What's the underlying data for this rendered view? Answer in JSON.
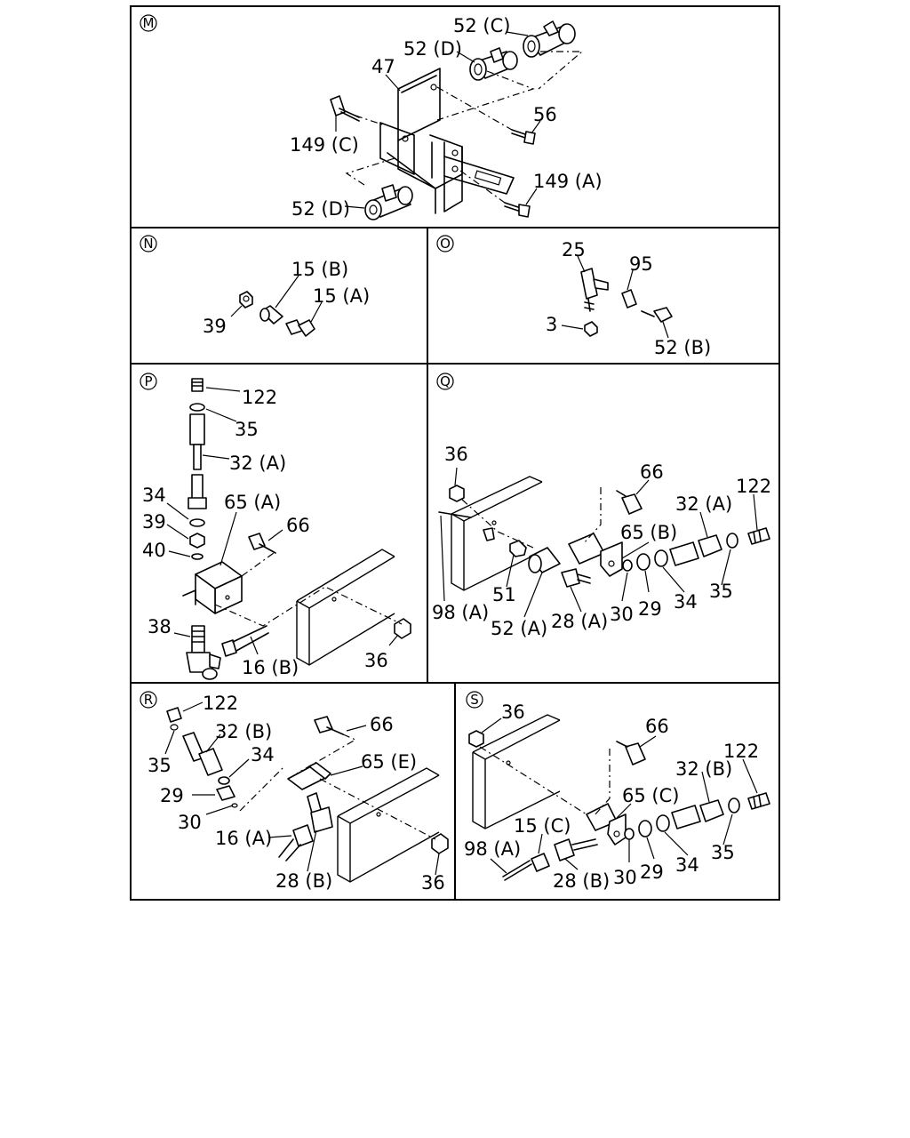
{
  "panels": [
    {
      "id": "M",
      "labels": [
        "52 (C)",
        "52 (D)",
        "47",
        "56",
        "149 (C)",
        "149 (A)",
        "52 (D)"
      ]
    },
    {
      "id": "N",
      "labels": [
        "15 (B)",
        "15 (A)",
        "39"
      ]
    },
    {
      "id": "O",
      "labels": [
        "25",
        "95",
        "3",
        "52 (B)"
      ]
    },
    {
      "id": "P",
      "labels": [
        "122",
        "35",
        "32 (A)",
        "34",
        "39",
        "40",
        "65 (A)",
        "66",
        "38",
        "16 (B)",
        "36"
      ]
    },
    {
      "id": "Q",
      "labels": [
        "36",
        "66",
        "32 (A)",
        "122",
        "65 (B)",
        "51",
        "30",
        "29",
        "34",
        "35",
        "98 (A)",
        "52 (A)",
        "28 (A)"
      ]
    },
    {
      "id": "R",
      "labels": [
        "122",
        "32 (B)",
        "66",
        "34",
        "35",
        "65 (E)",
        "29",
        "30",
        "16 (A)",
        "28 (B)",
        "36"
      ]
    },
    {
      "id": "S",
      "labels": [
        "36",
        "66",
        "122",
        "32 (B)",
        "65 (C)",
        "15 (C)",
        "98 (A)",
        "28 (B)",
        "30",
        "29",
        "34",
        "35"
      ]
    }
  ]
}
